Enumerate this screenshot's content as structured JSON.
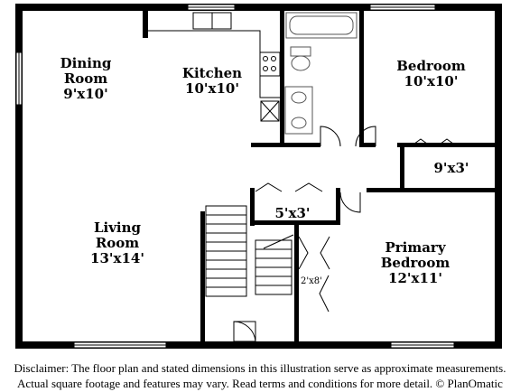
{
  "colors": {
    "wall": "#000000",
    "fixture": "#555555",
    "background": "#ffffff"
  },
  "rooms": {
    "dining": {
      "name_line1": "Dining",
      "name_line2": "Room",
      "dims": "9'x10'"
    },
    "kitchen": {
      "name": "Kitchen",
      "dims": "10'x10'"
    },
    "bedroom": {
      "name": "Bedroom",
      "dims": "10'x10'"
    },
    "closet_upper": {
      "dims": "9'x3'"
    },
    "closet_hall": {
      "dims": "5'x3'"
    },
    "living": {
      "name_line1": "Living",
      "name_line2": "Room",
      "dims": "13'x14'"
    },
    "primary": {
      "name_line1": "Primary",
      "name_line2": "Bedroom",
      "dims": "12'x11'"
    },
    "primary_closet": {
      "dims": "2'x8'"
    }
  },
  "disclaimer": {
    "line1": "Disclaimer: The floor plan and stated dimensions in this illustration serve as approximate measurements.",
    "line2": "Actual square footage and features may vary. Read terms and conditions for more detail. © PlanOmatic"
  }
}
